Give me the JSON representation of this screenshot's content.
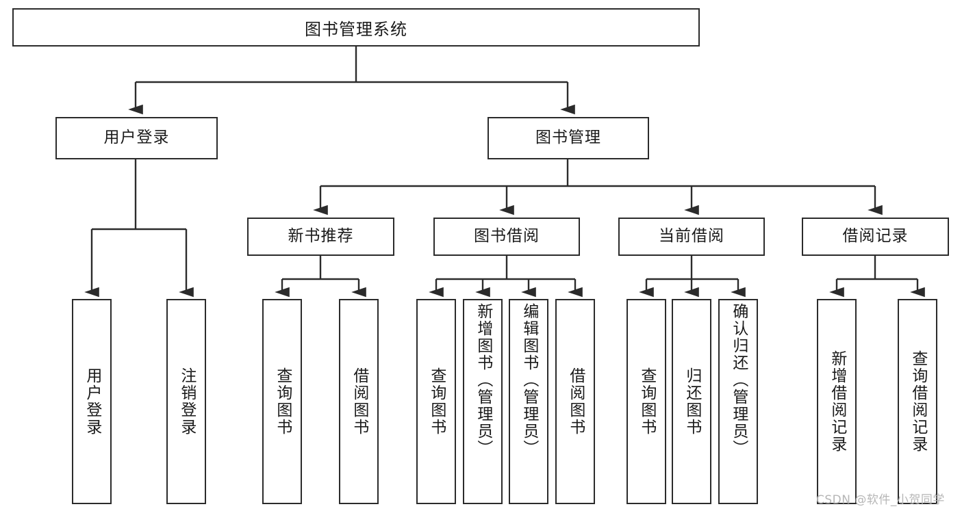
{
  "diagram": {
    "title": "图书管理系统",
    "type": "tree-hierarchy",
    "style": {
      "box_stroke": "#2b2b2b",
      "box_fill": "#ffffff",
      "edge_color": "#2b2b2b",
      "text_color": "#1a1a1a",
      "background": "#ffffff"
    },
    "root": {
      "label": "图书管理系统"
    },
    "level2": [
      {
        "label": "用户登录"
      },
      {
        "label": "图书管理"
      }
    ],
    "level3": [
      {
        "label": "新书推荐"
      },
      {
        "label": "图书借阅"
      },
      {
        "label": "当前借阅"
      },
      {
        "label": "借阅记录"
      }
    ],
    "leaves": {
      "user_login": [
        {
          "label": "用户登录"
        },
        {
          "label": "注销登录"
        }
      ],
      "new_book_recommend": [
        {
          "label": "查询图书"
        },
        {
          "label": "借阅图书"
        }
      ],
      "book_borrow": [
        {
          "label": "查询图书"
        },
        {
          "label": "新增图书（管理员）"
        },
        {
          "label": "编辑图书（管理员）"
        },
        {
          "label": "借阅图书"
        }
      ],
      "current_borrow": [
        {
          "label": "查询图书"
        },
        {
          "label": "归还图书"
        },
        {
          "label": "确认归还（管理员）"
        }
      ],
      "borrow_record": [
        {
          "label": "新增借阅记录"
        },
        {
          "label": "查询借阅记录"
        }
      ]
    }
  },
  "watermark": {
    "text": "CSDN @软件_小贺同学"
  }
}
